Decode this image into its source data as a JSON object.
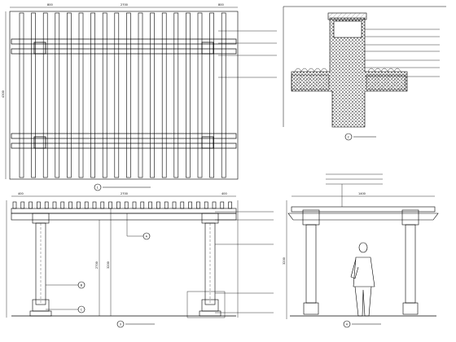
{
  "colors": {
    "line": "#000000",
    "dim": "#1a1a1a",
    "hatch": "#555555",
    "paper": "#ffffff"
  },
  "note_tiny": "",
  "plan": {
    "dims_top": [
      "800",
      "2700",
      "800"
    ],
    "dim_side": "4300",
    "callouts": [
      "",
      "",
      "",
      ""
    ],
    "title_mark": "1"
  },
  "section": {
    "callouts": [
      "",
      "",
      "",
      "",
      "",
      "",
      ""
    ],
    "title_mark": "2"
  },
  "front_elevation": {
    "dims_top": [
      "400",
      "2700",
      "400"
    ],
    "heights": [
      "2700",
      "3200"
    ],
    "callouts": [
      "",
      "",
      "",
      ""
    ],
    "markers": [
      "A",
      "B",
      "C"
    ],
    "title_mark": "3"
  },
  "side_elevation": {
    "dims_top": [
      "1400"
    ],
    "dim_side": "3200",
    "callouts": [
      "",
      "",
      ""
    ],
    "title_mark": "4"
  }
}
